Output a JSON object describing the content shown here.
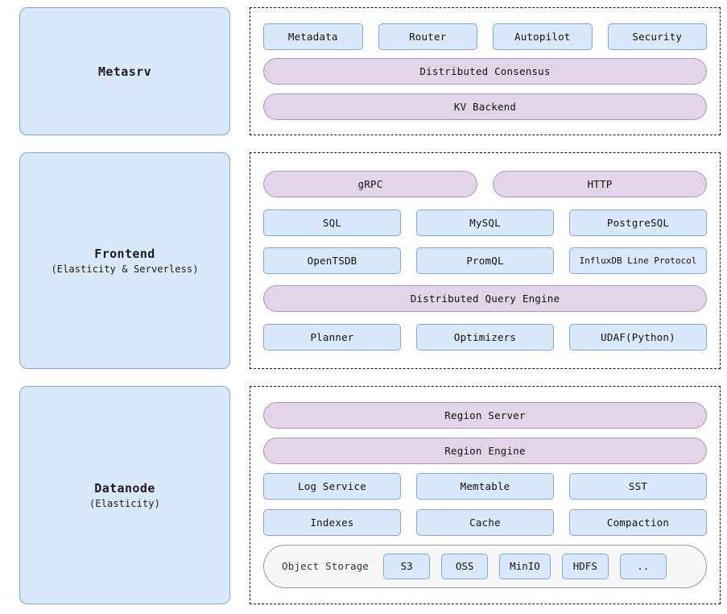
{
  "bands": [
    {
      "role": {
        "title": "Metasrv",
        "subtitle": ""
      },
      "rows": [
        {
          "kind": "chips",
          "items": [
            {
              "label": "Metadata"
            },
            {
              "label": "Router"
            },
            {
              "label": "Autopilot"
            },
            {
              "label": "Security"
            }
          ]
        },
        {
          "kind": "pills",
          "items": [
            {
              "label": "Distributed Consensus"
            }
          ]
        },
        {
          "kind": "pills",
          "items": [
            {
              "label": "KV Backend"
            }
          ]
        }
      ]
    },
    {
      "role": {
        "title": "Frontend",
        "subtitle": "(Elasticity & Serverless)"
      },
      "rows": [
        {
          "kind": "pills",
          "items": [
            {
              "label": "gRPC"
            },
            {
              "label": "HTTP"
            }
          ]
        },
        {
          "kind": "chips",
          "items": [
            {
              "label": "SQL"
            },
            {
              "label": "MySQL"
            },
            {
              "label": "PostgreSQL"
            }
          ]
        },
        {
          "kind": "chips",
          "items": [
            {
              "label": "OpenTSDB"
            },
            {
              "label": "PromQL"
            },
            {
              "label": "InfluxDB Line Protocol",
              "small": true
            }
          ]
        },
        {
          "kind": "pills",
          "items": [
            {
              "label": "Distributed Query Engine"
            }
          ]
        },
        {
          "kind": "chips",
          "items": [
            {
              "label": "Planner"
            },
            {
              "label": "Optimizers"
            },
            {
              "label": "UDAF(Python)"
            }
          ]
        }
      ]
    },
    {
      "role": {
        "title": "Datanode",
        "subtitle": "(Elasticity)"
      },
      "rows": [
        {
          "kind": "pills",
          "items": [
            {
              "label": "Region Server"
            }
          ]
        },
        {
          "kind": "pills",
          "items": [
            {
              "label": "Region Engine"
            }
          ]
        },
        {
          "kind": "chips",
          "items": [
            {
              "label": "Log Service"
            },
            {
              "label": "Memtable"
            },
            {
              "label": "SST"
            }
          ]
        },
        {
          "kind": "chips",
          "items": [
            {
              "label": "Indexes"
            },
            {
              "label": "Cache"
            },
            {
              "label": "Compaction"
            }
          ]
        },
        {
          "kind": "storage",
          "label": "Object Storage",
          "items": [
            {
              "label": "S3"
            },
            {
              "label": "OSS"
            },
            {
              "label": "MinIO"
            },
            {
              "label": "HDFS"
            },
            {
              "label": ".."
            }
          ]
        }
      ]
    }
  ],
  "colors": {
    "node_fill": "#dae8fc",
    "node_border": "#7ea6d9",
    "pill_fill": "#e1d5e7",
    "pill_border": "#b68fbd",
    "storage_fill": "#f7f7f7",
    "storage_border": "#9a9a9a",
    "container_border": "#151515",
    "background": "#ffffff"
  }
}
